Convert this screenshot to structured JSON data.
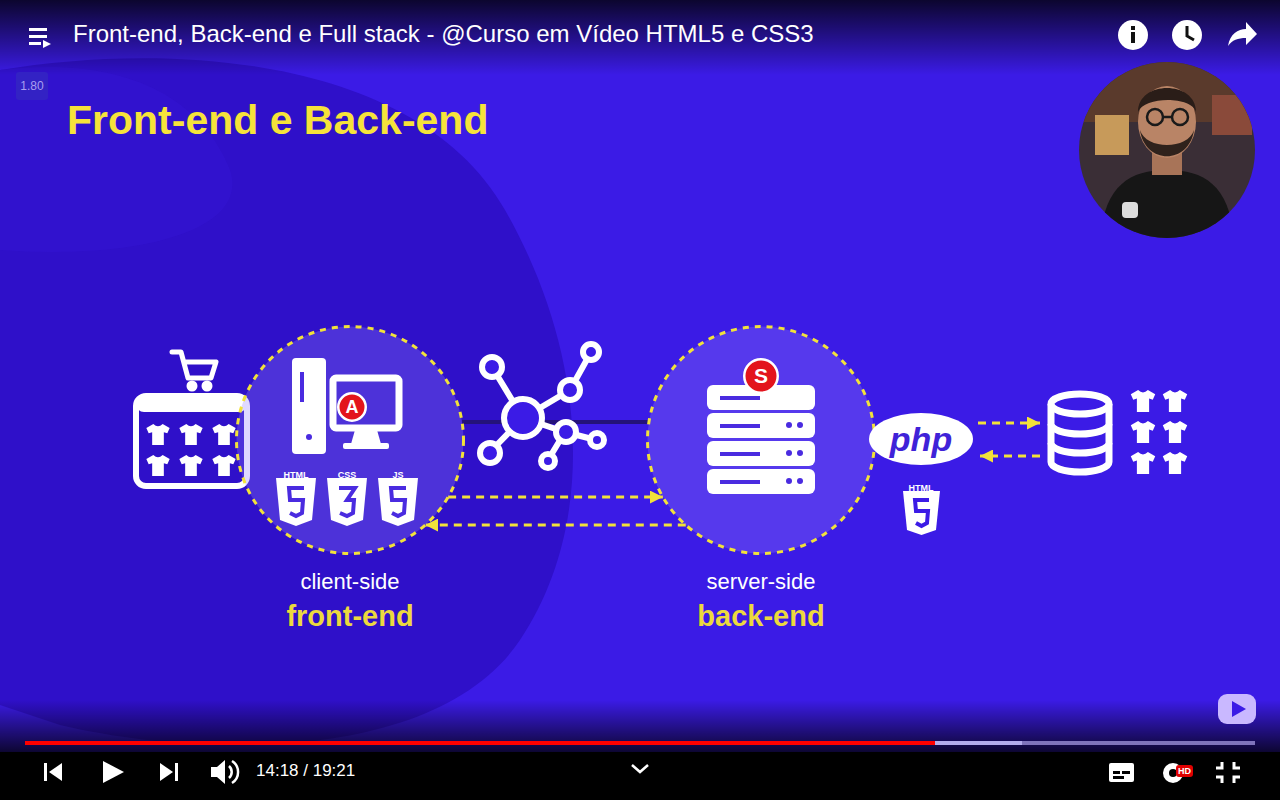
{
  "diagram": {
    "title": "Front-end e Back-end",
    "nodes": [
      {
        "text": [
          "client-side",
          "front-end"
        ]
      },
      {
        "text": [
          "A"
        ],
        "in": 0
      },
      {
        "text": [
          "server-side",
          "back-end"
        ]
      },
      {
        "text": [
          "S"
        ],
        "in": 2
      },
      {
        "text": [
          "php"
        ]
      }
    ],
    "edges": [
      {
        "from": 0,
        "to": 2,
        "arrow": "none"
      },
      {
        "from": 0,
        "to": 2,
        "arrow": "to"
      },
      {
        "from": 2,
        "to": 0,
        "arrow": "to"
      }
    ],
    "labels": [
      "Front-end, Back-end e Full stack - @Curso em Vídeo HTML5 e CSS3",
      "1.80",
      "HTML",
      "CSS",
      "JS",
      "HTML",
      "14:18 / 19:21",
      "HD"
    ]
  }
}
